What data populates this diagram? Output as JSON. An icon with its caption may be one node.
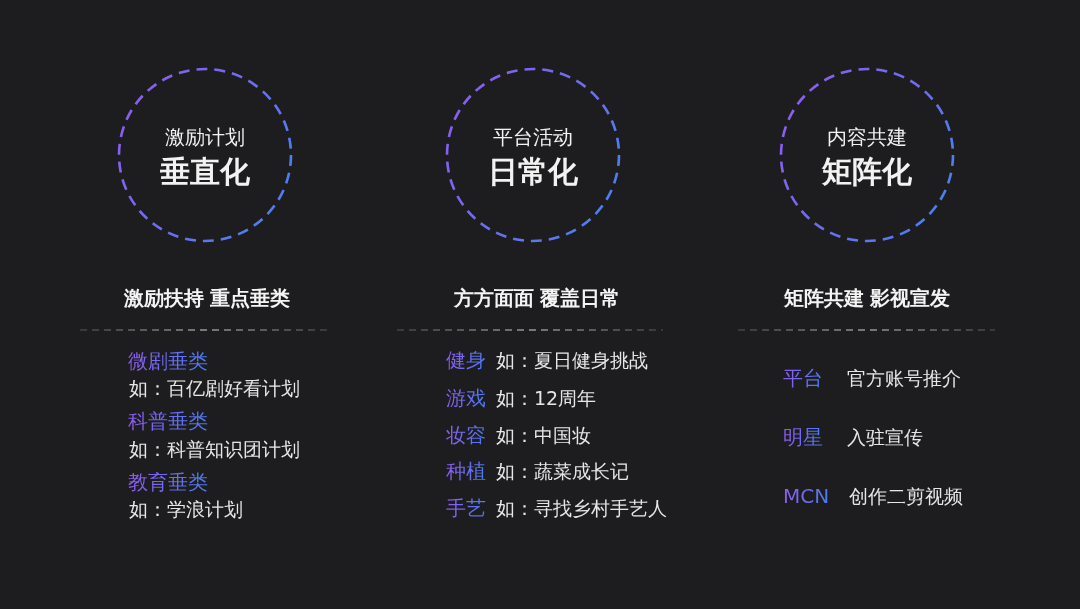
{
  "diagram": {
    "nodes": [
      {
        "text": [
          "激励计划",
          "垂直化"
        ]
      },
      {
        "text": [
          "平台活动",
          "日常化"
        ]
      },
      {
        "text": [
          "内容共建",
          "矩阵化"
        ]
      }
    ],
    "labels": [
      "激励扶持 重点垂类",
      "微剧垂类",
      "如：百亿剧好看计划",
      "科普垂类",
      "如：科普知识团计划",
      "教育垂类",
      "如：学浪计划",
      "方方面面 覆盖日常",
      "健身",
      "如：夏日健身挑战",
      "游戏",
      "如：12周年",
      "妆容",
      "如：中国妆",
      "种植",
      "如：蔬菜成长记",
      "手艺",
      "如：寻找乡村手艺人",
      "矩阵共建 影视宣发",
      "平台",
      "官方账号推介",
      "明星",
      "入驻宣传",
      "MCN",
      "创作二剪视频"
    ]
  }
}
